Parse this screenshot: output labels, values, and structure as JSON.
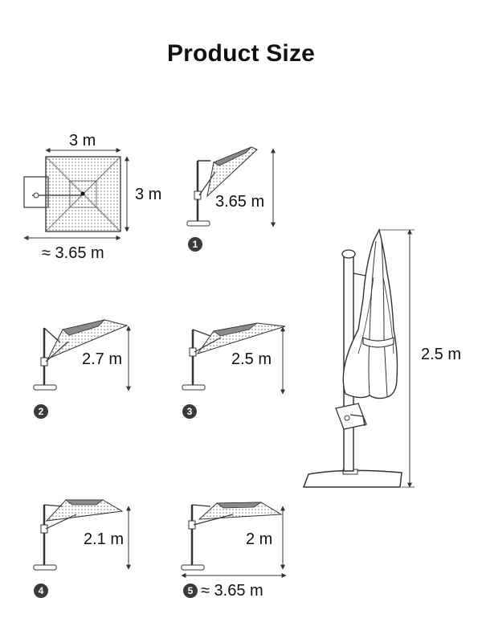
{
  "title": "Product Size",
  "top_view": {
    "width_label": "3 m",
    "depth_label": "3 m",
    "overall_label": "≈ 3.65 m"
  },
  "positions": [
    {
      "number": "1",
      "height_label": "3.65 m"
    },
    {
      "number": "2",
      "height_label": "2.7 m"
    },
    {
      "number": "3",
      "height_label": "2.5 m"
    },
    {
      "number": "4",
      "height_label": "2.1 m"
    },
    {
      "number": "5",
      "height_label": "2 m",
      "reach_label": "≈ 3.65 m"
    }
  ],
  "closed_view": {
    "height_label": "2.5 m"
  },
  "colors": {
    "line": "#333333",
    "badge": "#3a3a3a",
    "canopy": "#8a8a8a"
  }
}
